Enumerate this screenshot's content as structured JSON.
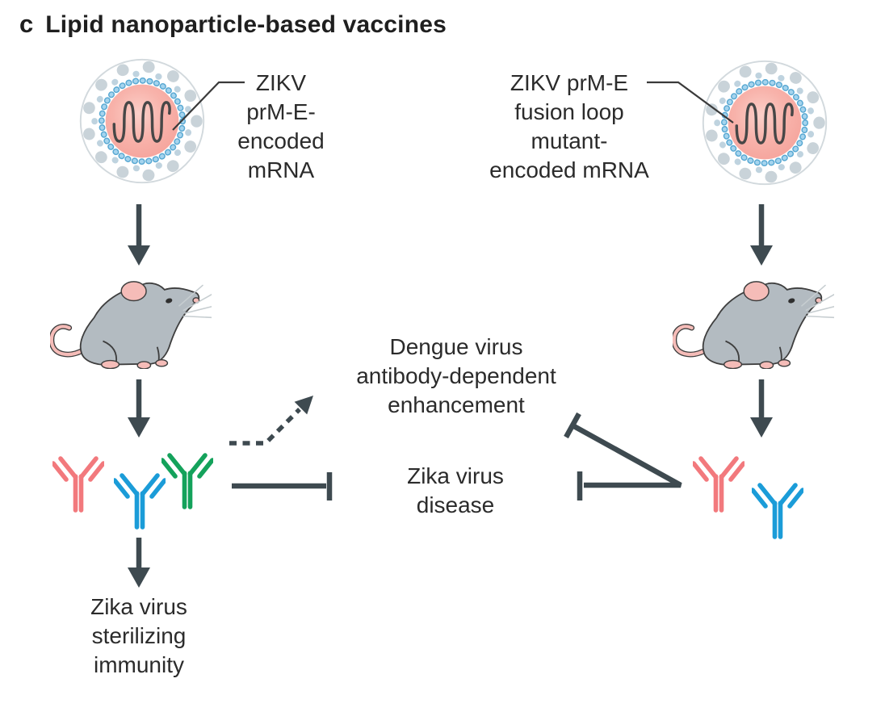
{
  "panel": {
    "letter": "c",
    "title": "Lipid nanoparticle-based vaccines"
  },
  "left_pathway": {
    "nanoparticle_label": "ZIKV\nprM-E-\nencoded\nmRNA",
    "outcome_label": "Zika virus\nsterilizing\nimmunity",
    "antibodies": [
      {
        "name": "antibody-pink",
        "color": "#F2797D"
      },
      {
        "name": "antibody-blue",
        "color": "#1B9CD8"
      },
      {
        "name": "antibody-green",
        "color": "#14A25B"
      }
    ]
  },
  "right_pathway": {
    "nanoparticle_label": "ZIKV prM-E\nfusion loop\nmutant-\nencoded mRNA",
    "antibodies": [
      {
        "name": "antibody-pink",
        "color": "#F2797D"
      },
      {
        "name": "antibody-blue",
        "color": "#1B9CD8"
      }
    ]
  },
  "center_labels": {
    "ade": "Dengue virus\nantibody-dependent\nenhancement",
    "zika_disease": "Zika virus\ndisease"
  },
  "icons": {
    "lipid-nanoparticle": "layered circle with lipid ring, bead bilayer and mRNA squiggle core",
    "mouse": "gray lab mouse looking up-right",
    "antibody": "double-stroke Y shape",
    "arrow-down": "solid triangle-headed arrow",
    "dashed-arrow": "dashed bent arrow (induces)",
    "inhibition-tbar": "blunt-ended T-bar (blocks)"
  },
  "colors": {
    "arrow": "#3E4A50",
    "connector": "#3A3A3A",
    "text": "#2B2B2B",
    "title_text": "#1F1F1F",
    "mouse_body": "#B3BBC1",
    "mouse_pink": "#F5BCB8",
    "particle_ring": "#C9D3D9",
    "particle_bead_fill": "#A5D4EE",
    "particle_bead_stroke": "#58A8D2",
    "particle_core": "#F6ACA4",
    "mrna_squiggle": "#474747"
  }
}
